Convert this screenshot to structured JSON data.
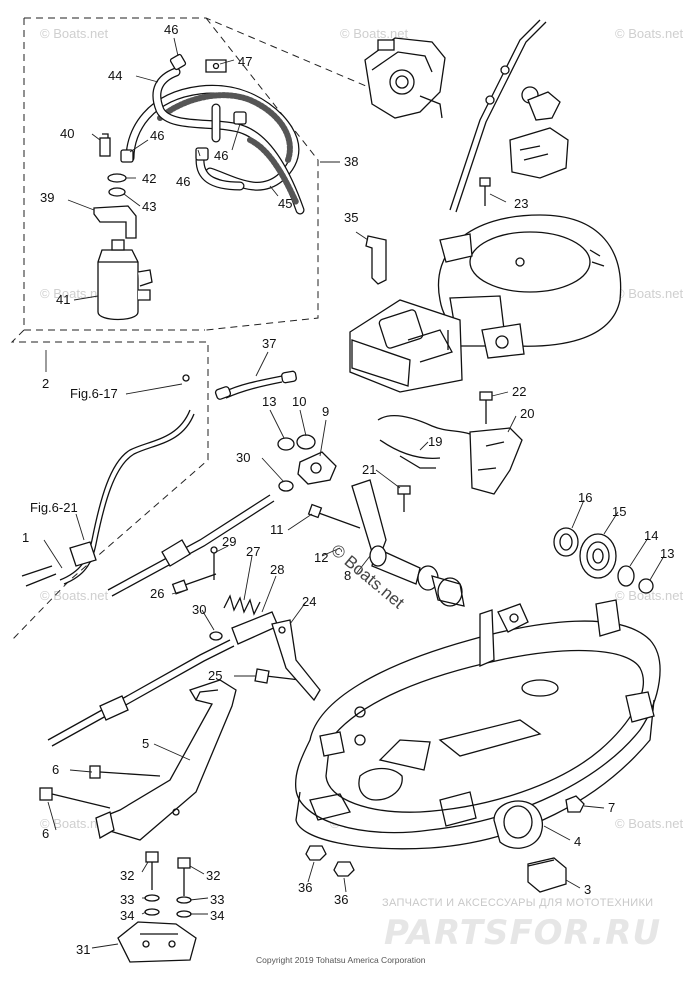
{
  "diagram": {
    "callouts": [
      {
        "id": "c46a",
        "text": "46"
      },
      {
        "id": "c47",
        "text": "47"
      },
      {
        "id": "c44",
        "text": "44"
      },
      {
        "id": "c40",
        "text": "40"
      },
      {
        "id": "c46b",
        "text": "46"
      },
      {
        "id": "c42",
        "text": "42"
      },
      {
        "id": "c46c",
        "text": "46"
      },
      {
        "id": "c46d",
        "text": "46"
      },
      {
        "id": "c39",
        "text": "39"
      },
      {
        "id": "c43",
        "text": "43"
      },
      {
        "id": "c45",
        "text": "45"
      },
      {
        "id": "c38",
        "text": "38"
      },
      {
        "id": "c41",
        "text": "41"
      },
      {
        "id": "c35",
        "text": "35"
      },
      {
        "id": "c23",
        "text": "23"
      },
      {
        "id": "c2",
        "text": "2"
      },
      {
        "id": "c37",
        "text": "37"
      },
      {
        "id": "c22",
        "text": "22"
      },
      {
        "id": "c13a",
        "text": "13"
      },
      {
        "id": "c10",
        "text": "10"
      },
      {
        "id": "c9",
        "text": "9"
      },
      {
        "id": "c20",
        "text": "20"
      },
      {
        "id": "c19",
        "text": "19"
      },
      {
        "id": "c30a",
        "text": "30"
      },
      {
        "id": "c21",
        "text": "21"
      },
      {
        "id": "c16",
        "text": "16"
      },
      {
        "id": "c15",
        "text": "15"
      },
      {
        "id": "c1",
        "text": "1"
      },
      {
        "id": "c11",
        "text": "11"
      },
      {
        "id": "c14",
        "text": "14"
      },
      {
        "id": "c13b",
        "text": "13"
      },
      {
        "id": "c29",
        "text": "29"
      },
      {
        "id": "c12",
        "text": "12"
      },
      {
        "id": "c27",
        "text": "27"
      },
      {
        "id": "c8",
        "text": "8"
      },
      {
        "id": "c28",
        "text": "28"
      },
      {
        "id": "c26",
        "text": "26"
      },
      {
        "id": "c24",
        "text": "24"
      },
      {
        "id": "c30b",
        "text": "30"
      },
      {
        "id": "c25",
        "text": "25"
      },
      {
        "id": "c5",
        "text": "5"
      },
      {
        "id": "c6a",
        "text": "6"
      },
      {
        "id": "c7",
        "text": "7"
      },
      {
        "id": "c6b",
        "text": "6"
      },
      {
        "id": "c4",
        "text": "4"
      },
      {
        "id": "c32a",
        "text": "32"
      },
      {
        "id": "c32b",
        "text": "32"
      },
      {
        "id": "c36a",
        "text": "36"
      },
      {
        "id": "c3",
        "text": "3"
      },
      {
        "id": "c33a",
        "text": "33"
      },
      {
        "id": "c33b",
        "text": "33"
      },
      {
        "id": "c36b",
        "text": "36"
      },
      {
        "id": "c34a",
        "text": "34"
      },
      {
        "id": "c34b",
        "text": "34"
      },
      {
        "id": "c31",
        "text": "31"
      }
    ],
    "references": [
      {
        "id": "fig617",
        "text": "Fig.6-17"
      },
      {
        "id": "fig621",
        "text": "Fig.6-21"
      }
    ],
    "watermark": "© Boats.net",
    "copyright": "Copyright 2019 Tohatsu America Corporation",
    "shop": {
      "subtitle": "ЗАПЧАСТИ И АКСЕССУАРЫ ДЛЯ МОТОТЕХНИКИ",
      "name": "PARTSFOR.RU"
    }
  }
}
